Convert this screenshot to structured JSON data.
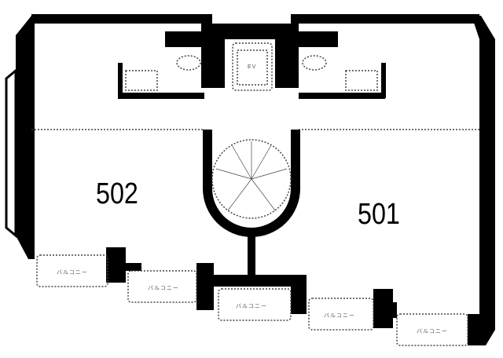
{
  "rooms": [
    {
      "number": "502"
    },
    {
      "number": "501"
    }
  ],
  "elevator_label": "EV",
  "balcony_label": "バルコニー",
  "colors": {
    "wall": "#000000",
    "dotted": "#444444",
    "background": "#ffffff"
  }
}
